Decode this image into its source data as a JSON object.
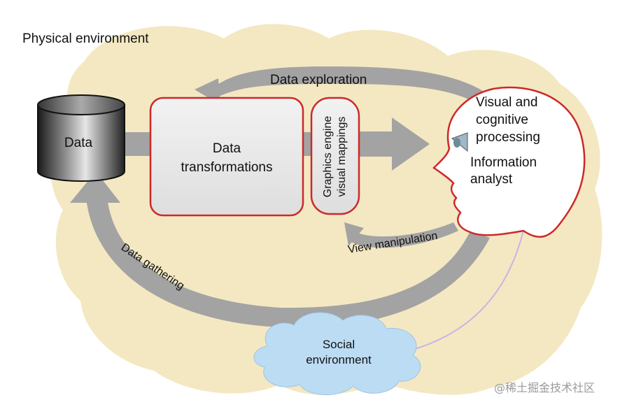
{
  "labels": {
    "physical_environment": "Physical environment",
    "data": "Data",
    "data_transformations_1": "Data",
    "data_transformations_2": "transformations",
    "graphics_engine_1": "Graphics engine",
    "graphics_engine_2": "visual mappings",
    "visual_cognitive_1": "Visual and",
    "visual_cognitive_2": "cognitive",
    "visual_cognitive_3": "processing",
    "information_analyst_1": "Information",
    "information_analyst_2": "analyst",
    "data_exploration": "Data exploration",
    "view_manipulation": "View manipulation",
    "data_gathering": "Data gathering",
    "social_environment_1": "Social",
    "social_environment_2": "environment",
    "watermark": "@稀土掘金技术社区"
  },
  "colors": {
    "environment_fill": "#f3e8c2",
    "arrow_gray": "#a3a3a3",
    "box_fill": "#eeeeee",
    "box_stroke": "#cc2a2a",
    "cloud_blue": "#bcdcf4",
    "head_fill": "#ffffff",
    "link_lavender": "#c9b4e6"
  }
}
